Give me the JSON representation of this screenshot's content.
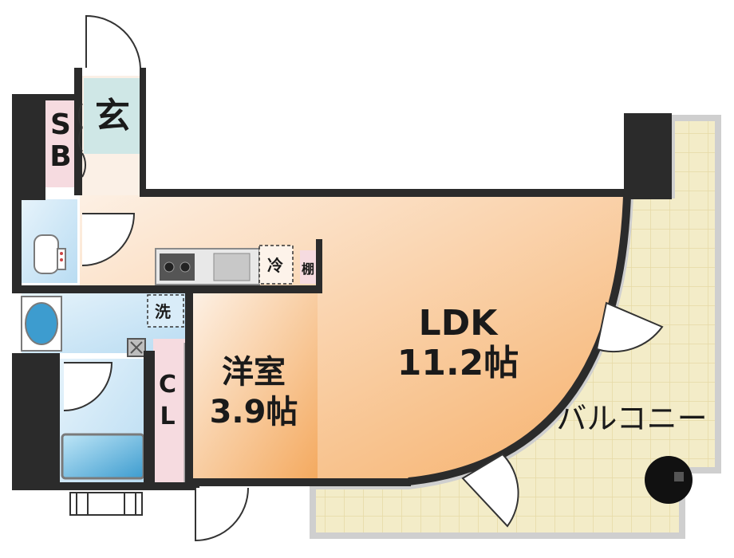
{
  "rooms": {
    "ldk": {
      "name": "LDK",
      "size": "11.2帖"
    },
    "western": {
      "name": "洋室",
      "size": "3.9帖"
    },
    "entrance": {
      "name": "玄"
    },
    "shoe_box": {
      "line1": "S",
      "line2": "B"
    },
    "closet": {
      "line1": "C",
      "line2": "L"
    },
    "balcony": {
      "name": "バルコニー"
    }
  },
  "fixtures": {
    "fridge": "冷",
    "shelf": "棚",
    "washer": "洗"
  },
  "colors": {
    "wall": "#2b2b2b",
    "ldk_floor": "#f6b06a",
    "western_floor": "#f4a95e",
    "balcony_floor": "#f3ecc8",
    "wet_area": "#d9ecf8",
    "entrance_floor": "#cfe7e6",
    "storage": "#f6dbe0"
  }
}
